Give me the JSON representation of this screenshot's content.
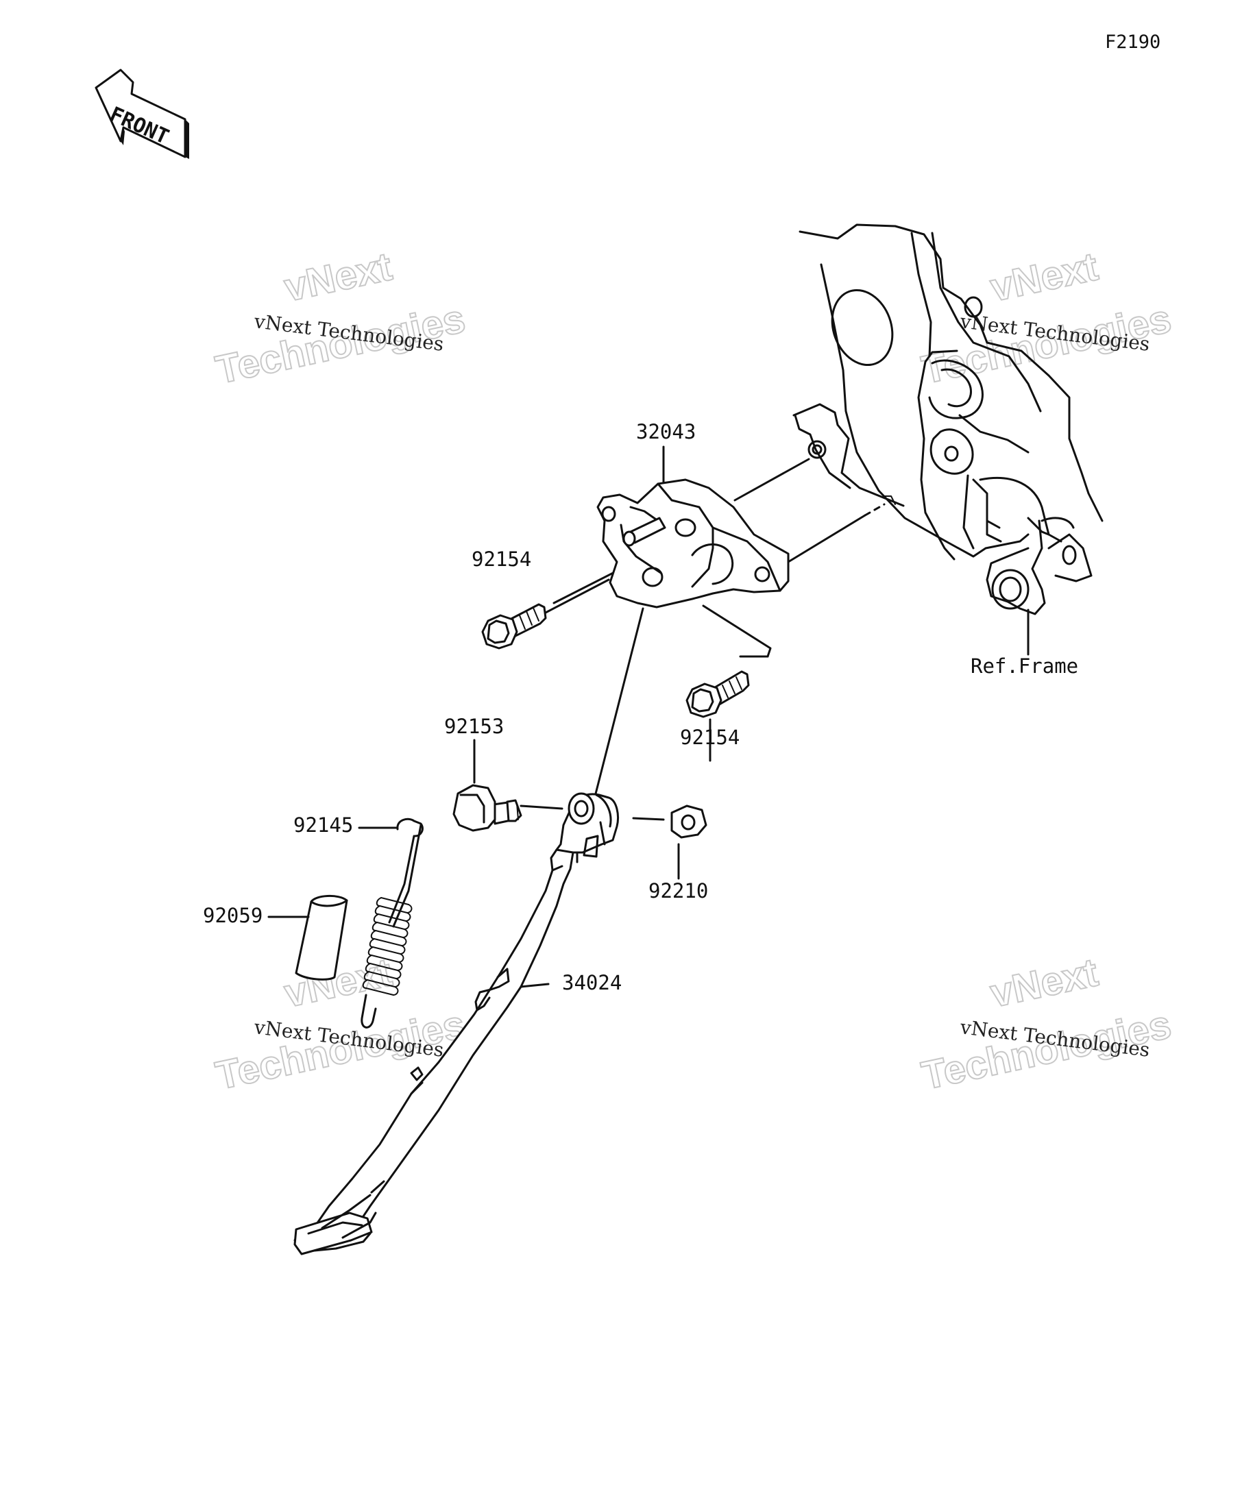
{
  "figure_code": "F2190",
  "front_arrow": {
    "text": "FRONT",
    "icon": "front-direction-arrow-icon"
  },
  "watermark": {
    "line1": "vNext",
    "line2": "Technologies",
    "caption": "vNext Technologies"
  },
  "parts": {
    "bracket": "32043",
    "bolt_upper": "92154",
    "bolt_lower": "92154",
    "pivot_bolt": "92153",
    "spring": "92145",
    "tube": "92059",
    "nut": "92210",
    "side_stand": "34024",
    "frame_ref": "Ref.Frame"
  }
}
